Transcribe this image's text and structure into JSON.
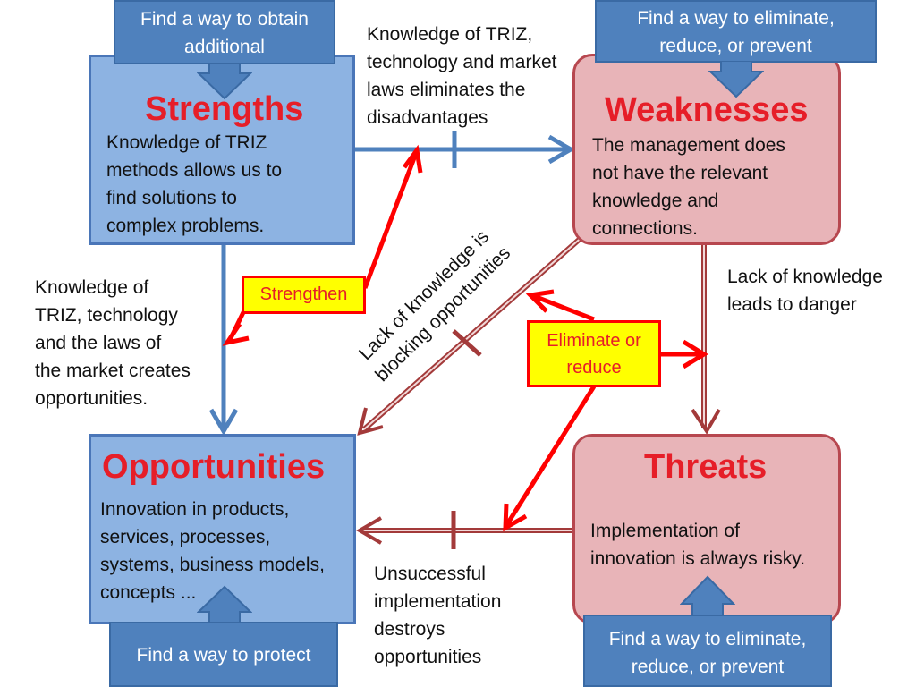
{
  "strengths": {
    "title": "Strengths",
    "text": [
      "Knowledge of TRIZ",
      "methods allows  us to",
      "find solutions to",
      "complex problems."
    ],
    "tab": [
      "Find a way to obtain",
      "additional"
    ]
  },
  "weaknesses": {
    "title": "Weaknesses",
    "text": [
      "The management does",
      "not have the relevant",
      "knowledge and",
      "connections."
    ],
    "tab": [
      "Find a way to eliminate,",
      "reduce, or prevent"
    ]
  },
  "opportunities": {
    "title": "Opportunities",
    "text": [
      "Innovation in products,",
      "services, processes,",
      "systems, business models,",
      "concepts ..."
    ],
    "tab": [
      "Find a way to protect"
    ]
  },
  "threats": {
    "title": "Threats",
    "text": [
      "Implementation of",
      "innovation is always risky."
    ],
    "tab": [
      "Find a way to eliminate,",
      "reduce, or prevent"
    ]
  },
  "notes": {
    "top": [
      "Knowledge of TRIZ,",
      "technology and market",
      "laws eliminates the",
      "disadvantages"
    ],
    "left": [
      "Knowledge of",
      "TRIZ, technology",
      "and the laws of",
      "the market creates",
      "opportunities."
    ],
    "right": [
      "Lack of knowledge",
      "leads to danger"
    ],
    "bottom": [
      "Unsuccessful",
      "implementation",
      "destroys",
      "opportunities"
    ],
    "diagonal": [
      "Lack of knowledge is",
      "blocking opportunities"
    ]
  },
  "actions": {
    "strengthen": "Strengthen",
    "eliminate": [
      "Eliminate or",
      "reduce"
    ]
  },
  "colors": {
    "blue_arrow": "#4f81bd",
    "red_arrow": "#ff0000",
    "dark_red_line": "#a33a3a",
    "title_red": "#e61e28"
  }
}
